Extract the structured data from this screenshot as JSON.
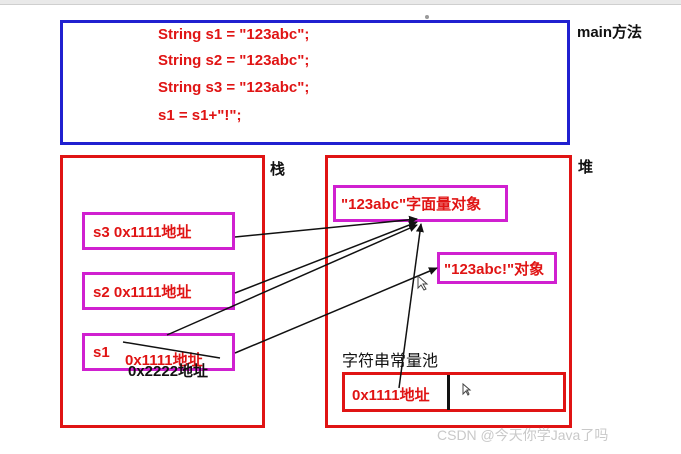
{
  "code": {
    "line1": "String s1 = \"123abc\";",
    "line2": "String s2 = \"123abc\";",
    "line3": "String s3 = \"123abc\";",
    "line4": "s1 = s1+\"!\";"
  },
  "labels": {
    "main": "main方法",
    "stack": "栈",
    "heap": "堆",
    "pool": "字符串常量池"
  },
  "stack": {
    "s3": "s3  0x1111地址",
    "s2": "s2  0x1111地址",
    "s1_var": "s1",
    "s1_old": "0x1111地址",
    "s1_new": "0x2222地址"
  },
  "heap": {
    "literal": "\"123abc\"字面量对象",
    "new_obj": "\"123abc!\"对象",
    "pool_addr": "0x1111地址"
  },
  "watermark": "CSDN @今天你学Java了吗",
  "colors": {
    "main_border": "#2020d0",
    "stack_border": "#e01414",
    "var_border": "#d020d0",
    "code_text": "#e01414"
  }
}
